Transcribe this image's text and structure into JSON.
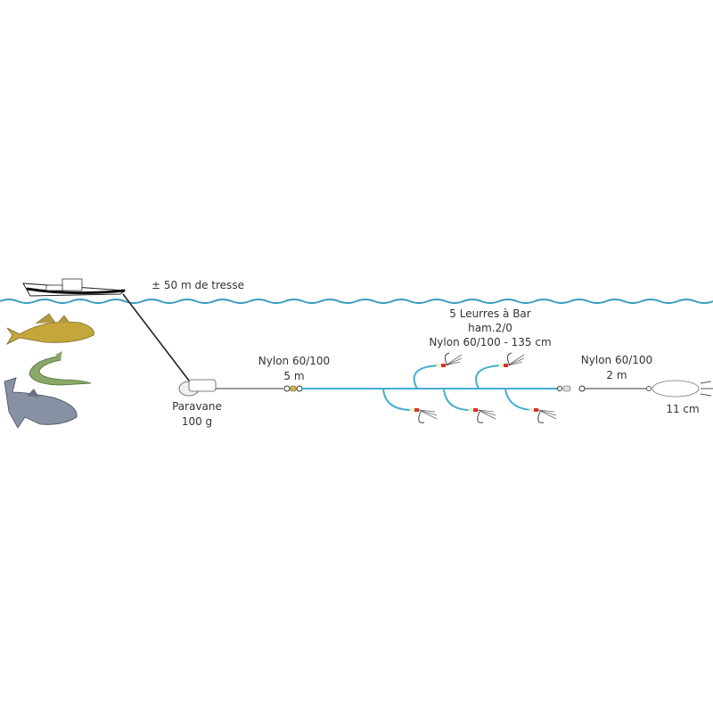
{
  "labels": {
    "braid": "± 50 m de tresse",
    "lures_line1": "5 Leurres à Bar",
    "lures_line2": "ham.2/0",
    "lures_line3": "Nylon 60/100 - 135 cm",
    "nylon_main": "Nylon 60/100",
    "nylon_main_length": "5 m",
    "nylon_end": "Nylon 60/100",
    "nylon_end_length": "2 m",
    "paravane": "Paravane",
    "paravane_weight": "100 g",
    "spoon_length": "11 cm"
  },
  "colors": {
    "water": "#3a9bc0",
    "leader": "#45aed0",
    "line": "#222222",
    "bead": "#e0302a"
  }
}
